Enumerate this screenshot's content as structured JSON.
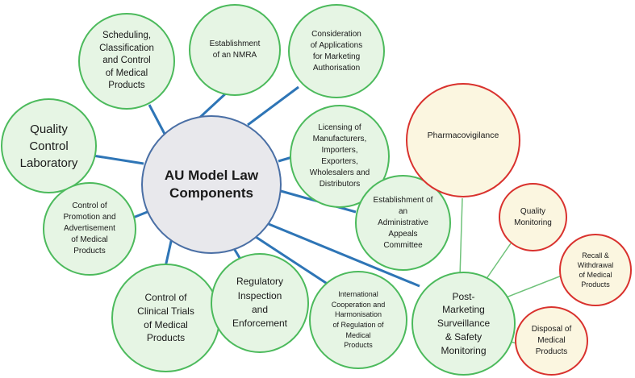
{
  "center": {
    "label": "AU Model Law\nComponents"
  },
  "components": {
    "scheduling": "Scheduling,\nClassification\nand Control\nof Medical\nProducts",
    "nmra": "Establishment\nof an NMRA",
    "marketing": "Consideration\nof Applications\nfor Marketing\nAuthorisation",
    "qcl": "Quality\nControl\nLaboratory",
    "licensing": "Licensing of\nManufacturers,\nImporters,\nExporters,\nWholesalers and\nDistributors",
    "appeals": "Establishment of\nan\nAdministrative\nAppeals\nCommittee",
    "promotion": "Control of\nPromotion and\nAdvertisement\nof Medical\nProducts",
    "trials": "Control of\nClinical Trials\nof Medical\nProducts",
    "inspection": "Regulatory\nInspection\nand\nEnforcement",
    "intl": "International\nCooperation and\nHarmonisation\nof Regulation of\nMedical\nProducts",
    "pms": "Post-\nMarketing\nSurveillance\n& Safety\nMonitoring"
  },
  "pms_subcomponents": {
    "pharmacovigilance": "Pharmacovigilance",
    "quality_monitoring": "Quality\nMonitoring",
    "recall": "Recall &\nWithdrawal\nof Medical\nProducts",
    "disposal": "Disposal of\nMedical\nProducts"
  },
  "colors": {
    "green_border": "#4cba5c",
    "green_fill": "#e6f5e4",
    "red_border": "#d9322e",
    "red_fill": "#fbf6e0",
    "center_border": "#4a6fa5",
    "center_fill": "#e8e8ec",
    "blue_connector": "#2e75b6",
    "green_connector": "#6fc27a"
  }
}
